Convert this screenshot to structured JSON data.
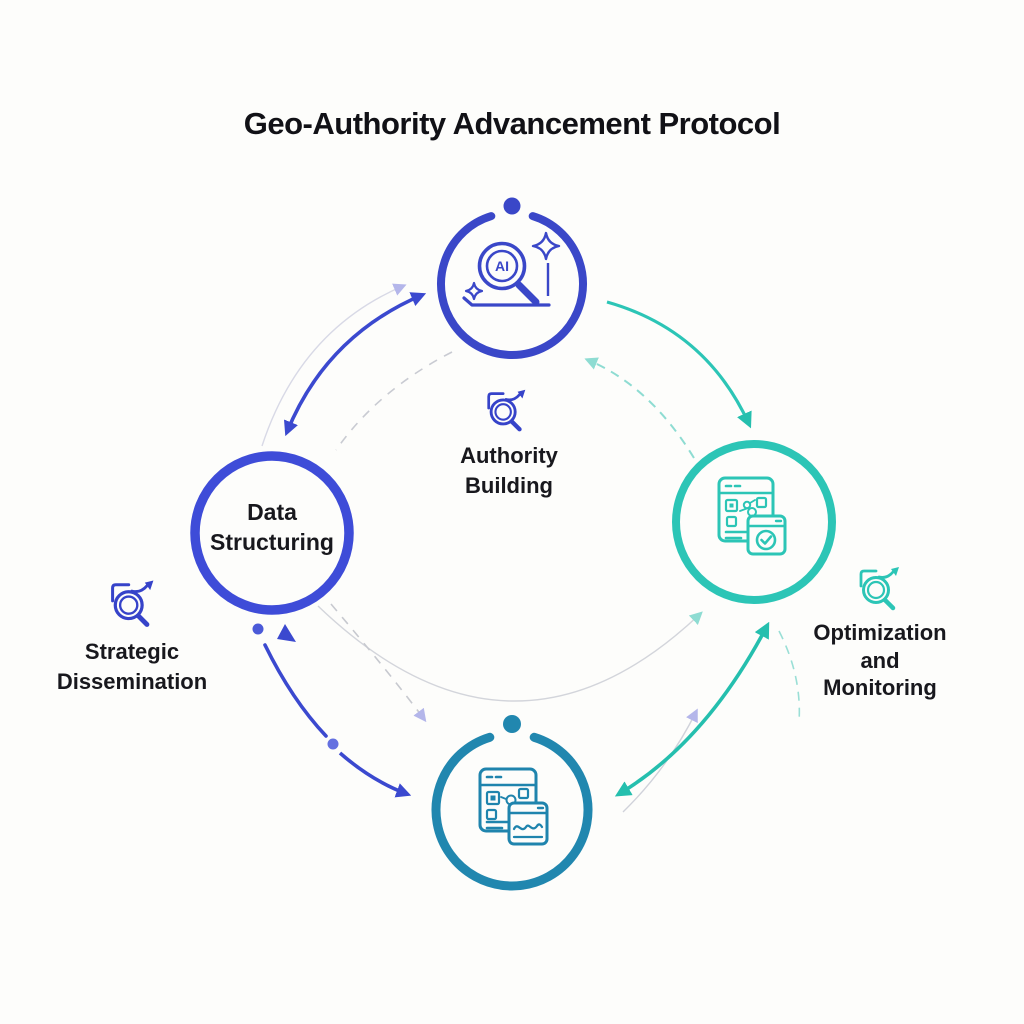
{
  "title": "Geo-Authority Advancement Protocol",
  "labels": {
    "authority_building": "Authority\nBuilding",
    "optimization_and_monitoring": "Optimization\nand\nMonitoring",
    "strategic_dissemination": "Strategic\nDissemination",
    "data_structuring": "Data\nStructuring",
    "ai_badge": "AI"
  },
  "icons": {
    "top_node": "ai-search-magnifier",
    "right_node": "webpage-schema-checkmark",
    "bottom_node": "webpage-schema-analytics",
    "authority_label": "search-growth-magnifier",
    "optimization_label": "search-growth-magnifier",
    "strategic_label": "search-growth-magnifier"
  },
  "colors": {
    "node_top_ring": "#3a47c8",
    "node_left_ring": "#3e4cd8",
    "node_right_ring": "#2cc5b6",
    "node_bottom_ring": "#2187af",
    "arrow_blue": "#3b49cf",
    "arrow_teal": "#25bfae",
    "arrow_teal_light": "#8edcd2",
    "arrow_lavender": "#b4b6ea",
    "arrow_gray": "#cdd0d8",
    "text": "#18181d",
    "background": "#fdfdfb"
  }
}
